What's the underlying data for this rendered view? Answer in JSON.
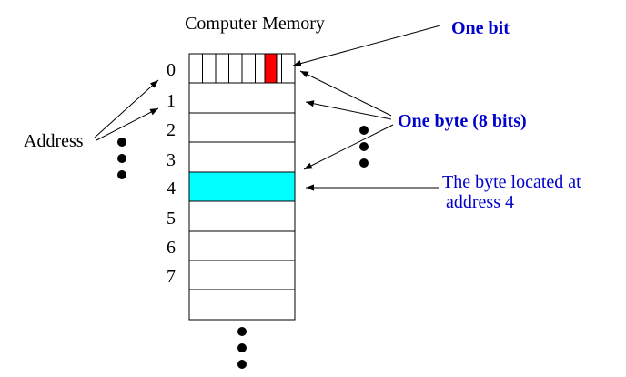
{
  "title": "Computer Memory",
  "addresses": [
    "0",
    "1",
    "2",
    "3",
    "4",
    "5",
    "6",
    "7"
  ],
  "labels": {
    "address": "Address",
    "one_bit": "One bit",
    "one_byte": "One byte (8 bits)",
    "byte_at_4_line1": "The byte located at",
    "byte_at_4_line2": "address 4"
  },
  "colors": {
    "bit_highlight": "#ff0000",
    "byte_highlight": "#00ffff",
    "label_blue": "#0000cc",
    "ink": "#000000"
  }
}
